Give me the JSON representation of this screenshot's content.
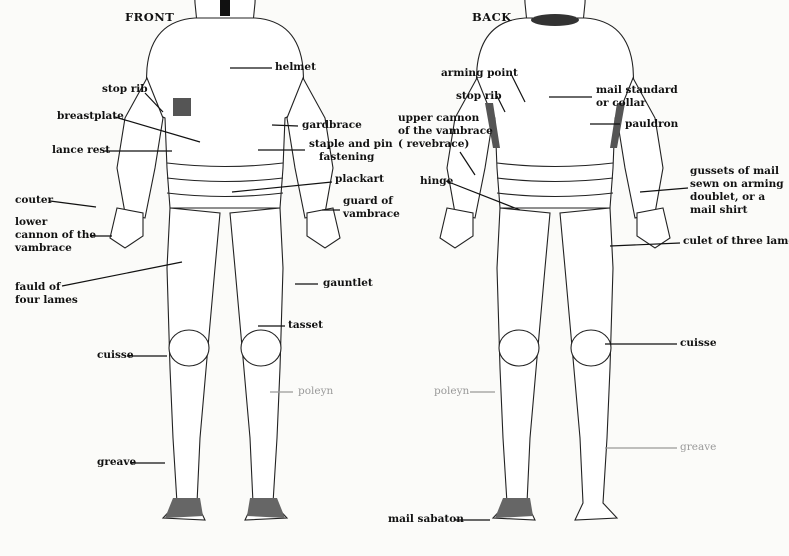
{
  "headings": {
    "front": "FRONT",
    "back": "BACK"
  },
  "front_labels": {
    "helmet": "helmet",
    "stop_rib": "stop rib",
    "breastplate": "breastplate",
    "lance_rest": "lance rest",
    "gardbrace": "gardbrace",
    "staple_1": "staple and pin",
    "staple_2": "fastening",
    "plackart": "plackart",
    "guard_1": "guard of",
    "guard_2": "vambrace",
    "couter": "couter",
    "lower_1": "lower",
    "lower_2": "cannon of the",
    "lower_3": "vambrace",
    "fauld_1": "fauld of",
    "fauld_2": "four lames",
    "gauntlet": "gauntlet",
    "tasset": "tasset",
    "cuisse": "cuisse",
    "poleyn": "poleyn",
    "greave": "greave"
  },
  "back_labels": {
    "arming_point": "arming point",
    "stop_rib": "stop rib",
    "upper_1": "upper cannon",
    "upper_2": "of the vambrace",
    "upper_3": "( revebrace)",
    "hinge": "hinge",
    "mail_1": "mail standard",
    "mail_2": "or collar",
    "pauldron": "pauldron",
    "gussets_1": "gussets of mail",
    "gussets_2": "sewn on arming",
    "gussets_3": "doublet, or a",
    "gussets_4": "mail shirt",
    "culet": "culet of three lames",
    "cuisse": "cuisse",
    "poleyn": "poleyn",
    "greave": "greave",
    "mail_sabaton": "mail sabaton"
  }
}
